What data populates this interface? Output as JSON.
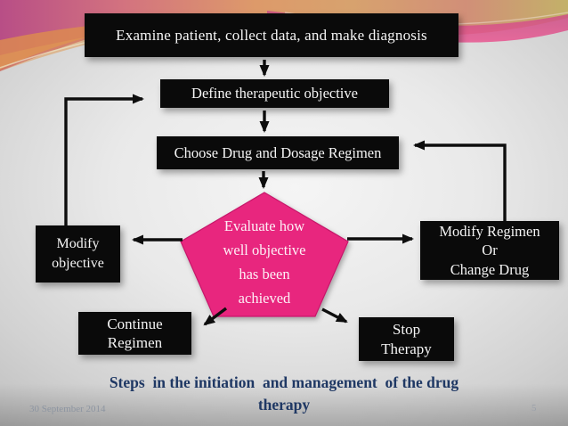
{
  "slide_type": "flowchart-presentation-slide",
  "colors": {
    "pentagon_fill": "#E8287E",
    "pentagon_border": "#C6176A",
    "box_background": "#0A0A0A",
    "box_text": "#F5F5F5",
    "caption_text": "#1F3864",
    "arrow": "#0D0D0D",
    "footer_text": "#8D95A1",
    "ribbon_pink": "#D3517F",
    "ribbon_orange": "#DD8C4E",
    "ribbon_yellow": "#C3B169"
  },
  "flowchart": {
    "examine": {
      "label": "Examine patient, collect data, and make diagnosis"
    },
    "define": {
      "label": "Define therapeutic objective"
    },
    "choose": {
      "label": "Choose Drug and Dosage  Regimen"
    },
    "pentagon": {
      "label": "Evaluate how\nwell objective\nhas been\nachieved"
    },
    "modify_objective": {
      "label": "Modify\nobjective"
    },
    "modify_regimen": {
      "label": "Modify Regimen\nOr\nChange Drug"
    },
    "continue_regimen": {
      "label": "Continue\nRegimen"
    },
    "stop_therapy": {
      "label": "Stop\nTherapy"
    },
    "edges": [
      {
        "from": "examine",
        "to": "define"
      },
      {
        "from": "define",
        "to": "choose"
      },
      {
        "from": "choose",
        "to": "pentagon"
      },
      {
        "from": "pentagon",
        "to": "modify_objective"
      },
      {
        "from": "pentagon",
        "to": "modify_regimen"
      },
      {
        "from": "pentagon",
        "to": "continue_regimen"
      },
      {
        "from": "pentagon",
        "to": "stop_therapy"
      },
      {
        "from": "modify_objective",
        "to": "define"
      },
      {
        "from": "modify_regimen",
        "to": "choose"
      }
    ]
  },
  "caption": "Steps  in the initiation  and management  of the drug\ntherapy",
  "footer": {
    "date": "30 September 2014",
    "page_number": "5"
  }
}
